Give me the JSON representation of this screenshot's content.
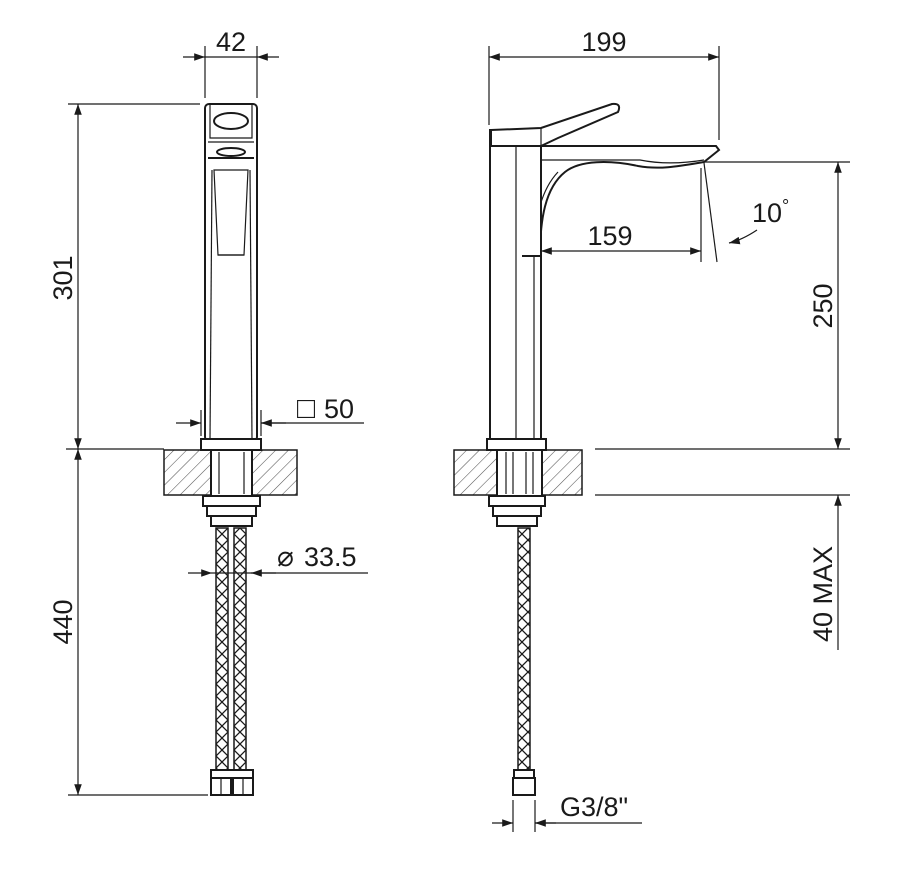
{
  "dimensions": {
    "front_width": "42",
    "side_width": "199",
    "total_height": "301",
    "spout_height": "250",
    "spout_reach": "159",
    "spout_angle": "10",
    "angle_unit": "°",
    "base_square": "50",
    "hole_diameter": "33.5",
    "hose_length": "440",
    "deck_thickness": "40 MAX",
    "connection": "G3/8\""
  },
  "symbols": {
    "square": "□",
    "diameter": "⌀"
  },
  "colors": {
    "line": "#1a1a1a",
    "background": "#ffffff",
    "hatch": "#555555"
  }
}
